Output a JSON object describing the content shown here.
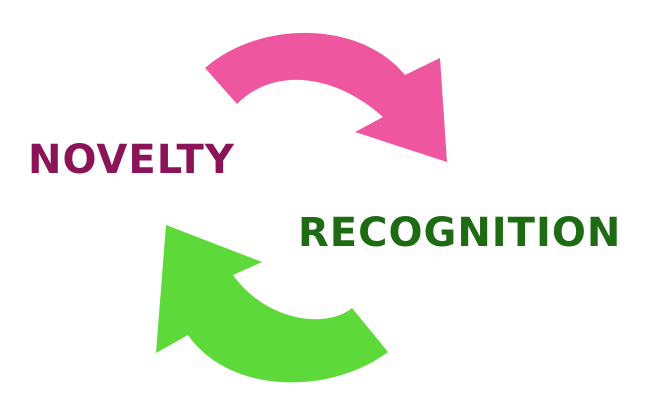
{
  "labels": {
    "novelty": "NOVELTY",
    "recognition": "RECOGNITION"
  },
  "colors": {
    "novelty_text": "#8B1458",
    "recognition_text": "#1F6B14",
    "top_arrow": "#EE57A0",
    "bottom_arrow": "#5ED93A",
    "background": "#FFFFFF"
  },
  "icons": {
    "top_arrow": "curved-arrow-clockwise-right",
    "bottom_arrow": "curved-arrow-clockwise-left"
  }
}
